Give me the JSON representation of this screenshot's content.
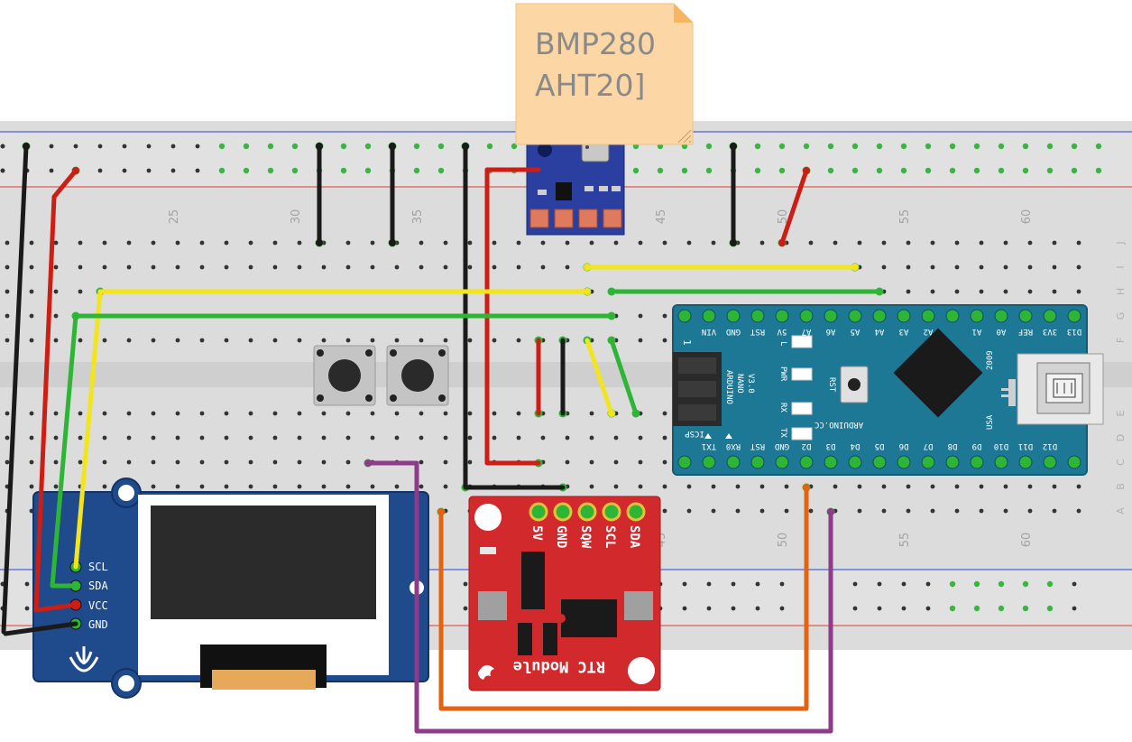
{
  "note": {
    "line1": "BMP280",
    "line2": "AHT20]"
  },
  "breadboard": {
    "top_numbers": [
      "25",
      "30",
      "35",
      "40",
      "45",
      "50",
      "55",
      "60"
    ],
    "bottom_numbers": [
      "45",
      "50",
      "55",
      "60"
    ],
    "row_letters_top": [
      "J",
      "I",
      "H",
      "G",
      "F"
    ],
    "row_letters_bottom": [
      "E",
      "D",
      "C",
      "B",
      "A"
    ]
  },
  "oled": {
    "pins": [
      "SCL",
      "SDA",
      "VCC",
      "GND"
    ]
  },
  "rtc": {
    "pins": [
      "5V",
      "GND",
      "SQW",
      "SCL",
      "SDA"
    ],
    "title": "RTC Module"
  },
  "nano": {
    "top_pins": [
      "D13",
      "3V3",
      "REF",
      "A0",
      "A1",
      "A2",
      "A3",
      "A4",
      "A5",
      "A6",
      "A7",
      "5V",
      "RST",
      "GND",
      "VIN"
    ],
    "bottom_pins": [
      "D12",
      "D11",
      "D10",
      "D9",
      "D8",
      "D7",
      "D6",
      "D5",
      "D4",
      "D3",
      "D2",
      "GND",
      "RST",
      "RX0",
      "TX1"
    ],
    "leds": [
      "L",
      "PWR",
      "RX",
      "TX"
    ],
    "rst_label": "RST",
    "brand": [
      "ARDUINO",
      "NANO",
      "V3.0"
    ],
    "site": "ARDUINO.CC",
    "year": "2009",
    "country": "USA",
    "icsp": "ICSP",
    "one": "1"
  },
  "colors": {
    "red": "#cc1e14",
    "black": "#1a1a1a",
    "yellow": "#f2e51c",
    "green": "#2fb536",
    "orange": "#e5620e",
    "purple": "#8e3b8c",
    "nano_blue": "#1d7896",
    "rtc_red": "#d22a2c",
    "oled_blue": "#1f4a8c",
    "note_fill": "#fcd6a4"
  }
}
